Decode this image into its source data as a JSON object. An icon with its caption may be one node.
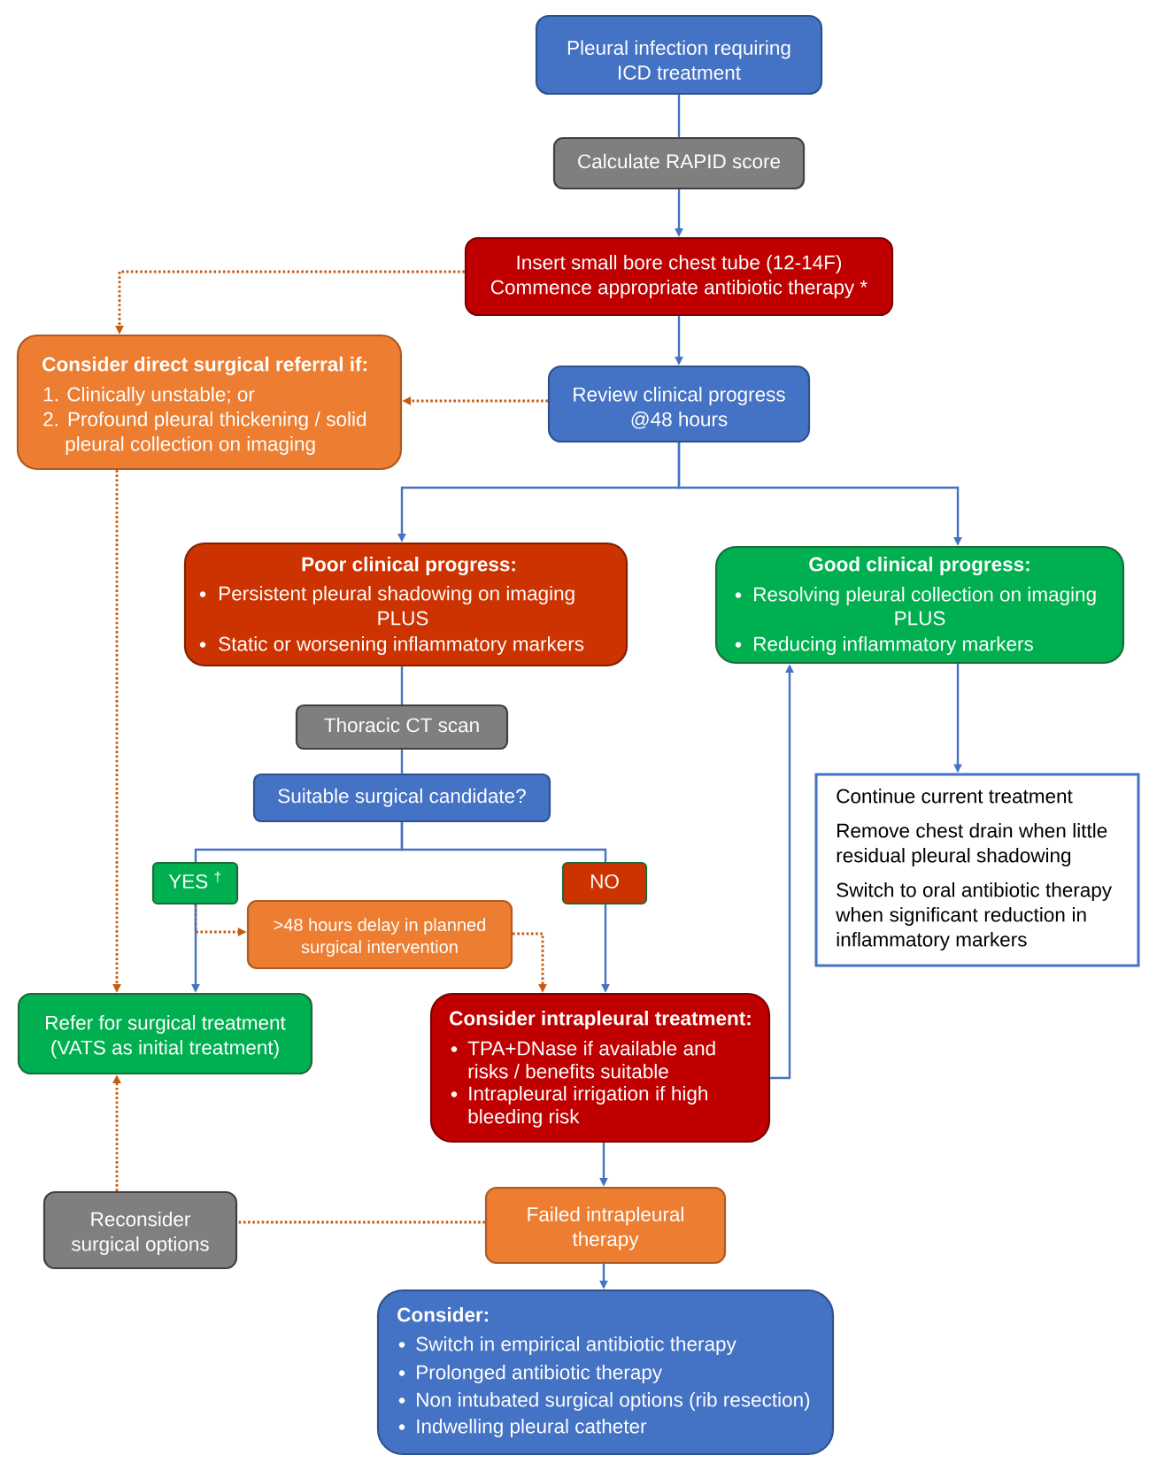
{
  "diagram": {
    "nodes": [
      {
        "text": [
          "Pleural infection requiring ICD treatment"
        ]
      },
      {
        "text": [
          "Calculate RAPID score"
        ]
      },
      {
        "text": [
          "Insert small bore chest tube (12-14F)",
          "Commence appropriate antibiotic therapy *"
        ]
      },
      {
        "text": [
          "Consider direct surgical referral if:",
          "1. Clinically unstable; or",
          "2. Profound pleural thickening / solid pleural collection on imaging"
        ]
      },
      {
        "text": [
          "Review clinical progress @48 hours"
        ]
      },
      {
        "text": [
          "Poor clinical progress:",
          "Persistent pleural shadowing on imaging",
          "PLUS",
          "Static or worsening inflammatory markers"
        ]
      },
      {
        "text": [
          "Good clinical progress:",
          "Resolving pleural collection on imaging",
          "PLUS",
          "Reducing inflammatory markers"
        ]
      },
      {
        "text": [
          "Thoracic CT scan"
        ]
      },
      {
        "text": [
          "Suitable surgical candidate?"
        ]
      },
      {
        "text": [
          "YES $^{†}$"
        ]
      },
      {
        "text": [
          "NO"
        ]
      },
      {
        "text": [
          ">48 hours delay in planned surgical intervention"
        ]
      },
      {
        "text": [
          "Continue current treatment",
          "Remove chest drain when little residual pleural shadowing",
          "Switch to oral antibiotic therapy when significant reduction in inflammatory markers"
        ]
      },
      {
        "text": [
          "Refer for surgical treatment (VATS as initial treatment)"
        ]
      },
      {
        "text": [
          "Consider intrapleural treatment:",
          "TPA+DNase if available and risks / benefits suitable",
          "Intrapleural irrigation if high bleeding risk"
        ]
      },
      {
        "text": [
          "Reconsider surgical options"
        ]
      },
      {
        "text": [
          "Failed intrapleural therapy"
        ]
      },
      {
        "text": [
          "Consider:",
          "Switch in empirical antibiotic therapy",
          "Prolonged antibiotic therapy",
          "Non intubated surgical options (rib resection)",
          "Indwelling pleural catheter"
        ]
      }
    ],
    "edges": [
      {
        "from": 0,
        "to": 1,
        "arrow": "none"
      },
      {
        "from": 1,
        "to": 2,
        "arrow": "to"
      },
      {
        "from": 2,
        "to": 3,
        "arrow": "to",
        "style": "dashed",
        "color": "#c55a11"
      },
      {
        "from": 2,
        "to": 4,
        "arrow": "to"
      },
      {
        "from": 4,
        "to": 3,
        "arrow": "to",
        "style": "dashed",
        "color": "#c55a11"
      },
      {
        "from": 4,
        "to": 5,
        "arrow": "to"
      },
      {
        "from": 4,
        "to": 6,
        "arrow": "to"
      },
      {
        "from": 5,
        "to": 7,
        "arrow": "none"
      },
      {
        "from": 6,
        "to": 12,
        "arrow": "to"
      },
      {
        "from": 7,
        "to": 8,
        "arrow": "none"
      },
      {
        "from": 8,
        "to": 9,
        "arrow": "none"
      },
      {
        "from": 8,
        "to": 10,
        "arrow": "none"
      },
      {
        "from": 9,
        "to": 13,
        "arrow": "to"
      },
      {
        "from": 9,
        "to": 11,
        "arrow": "to",
        "style": "dashed",
        "color": "#c55a11"
      },
      {
        "from": 11,
        "to": 14,
        "arrow": "to",
        "style": "dashed",
        "color": "#c55a11"
      },
      {
        "from": 10,
        "to": 14,
        "arrow": "to"
      },
      {
        "from": 3,
        "to": 13,
        "arrow": "to",
        "style": "dashed",
        "color": "#c55a11"
      },
      {
        "from": 14,
        "to": 6,
        "arrow": "to"
      },
      {
        "from": 14,
        "to": 16,
        "arrow": "to"
      },
      {
        "from": 16,
        "to": 15,
        "arrow": "none",
        "style": "dashed",
        "color": "#c55a11"
      },
      {
        "from": 15,
        "to": 13,
        "arrow": "to",
        "style": "dashed",
        "color": "#c55a11"
      },
      {
        "from": 16,
        "to": 17,
        "arrow": "to"
      }
    ]
  }
}
